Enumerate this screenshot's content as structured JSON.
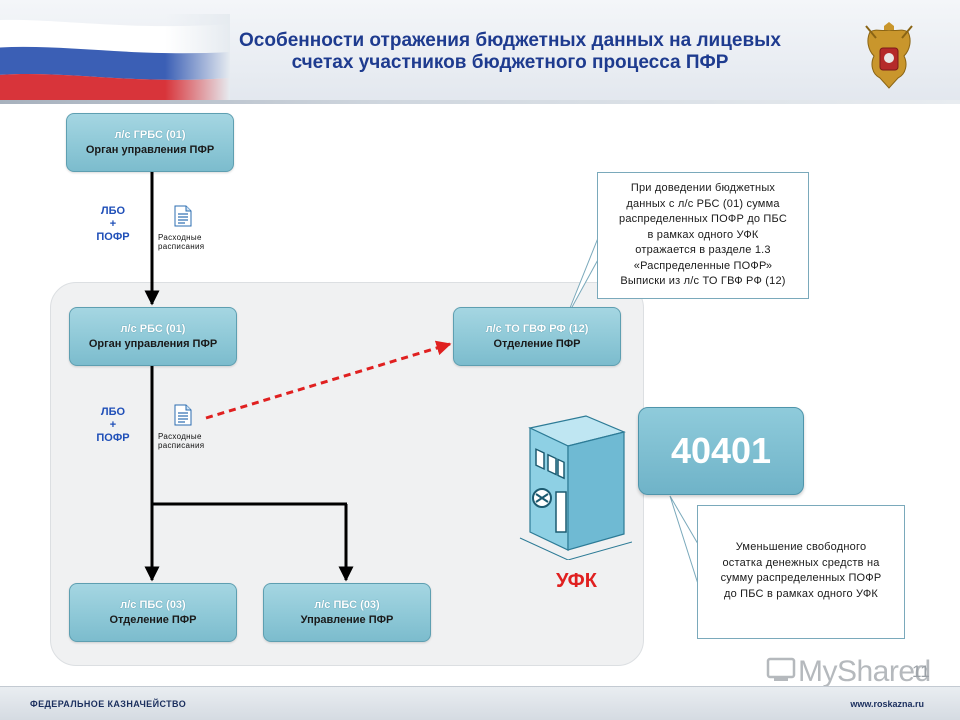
{
  "header": {
    "title_line1": "Особенности отражения бюджетных данных на лицевых",
    "title_line2": "счетах участников бюджетного процесса ПФР"
  },
  "boxes": {
    "grbs": {
      "line1": "л/с ГРБС (01)",
      "line2": "Орган управления ПФР"
    },
    "rbs": {
      "line1": "л/с РБС (01)",
      "line2": "Орган управления ПФР"
    },
    "to_gvf": {
      "line1": "л/с ТО ГВФ РФ (12)",
      "line2": "Отделение ПФР"
    },
    "pbs_otd": {
      "line1": "л/с ПБС (03)",
      "line2": "Отделение ПФР"
    },
    "pbs_upr": {
      "line1": "л/с ПБС (03)",
      "line2": "Управление ПФР"
    }
  },
  "lbo": {
    "top": {
      "line1": "ЛБО",
      "line2": "+",
      "line3": "ПОФР"
    },
    "bottom": {
      "line1": "ЛБО",
      "line2": "+",
      "line3": "ПОФР"
    }
  },
  "documents": {
    "top": {
      "line1": "Расходные",
      "line2": "расписания"
    },
    "bottom": {
      "line1": "Расходные",
      "line2": "расписания"
    }
  },
  "callouts": {
    "top": [
      "При доведении бюджетных",
      "данных с л/с РБС (01)  сумма",
      "распределенных ПОФР до ПБС",
      "в рамках одного УФК",
      "отражается в разделе 1.3",
      "«Распределенные ПОФР»",
      "Выписки из л/с ТО ГВФ РФ (12)"
    ],
    "bottom": [
      "Уменьшение свободного",
      "остатка денежных средств на",
      "сумму распределенных ПОФР",
      "до ПБС в рамках одного УФК"
    ]
  },
  "account_number": "40401",
  "ufk_label": "УФК",
  "page_number": "11",
  "watermark": "MyShared",
  "footer": {
    "left": "ФЕДЕРАЛЬНОЕ КАЗНАЧЕЙСТВО",
    "right": "www.roskazna.ru"
  },
  "colors": {
    "title": "#1e3b8f",
    "box_fill": "#8cc7d6",
    "arrow_dashed": "#e02020",
    "lbo_text": "#1f4fb8",
    "ufk_text": "#e02020"
  },
  "icons": [
    "russian-flag-banner",
    "state-emblem-icon",
    "document-icon",
    "vault-building-icon"
  ]
}
